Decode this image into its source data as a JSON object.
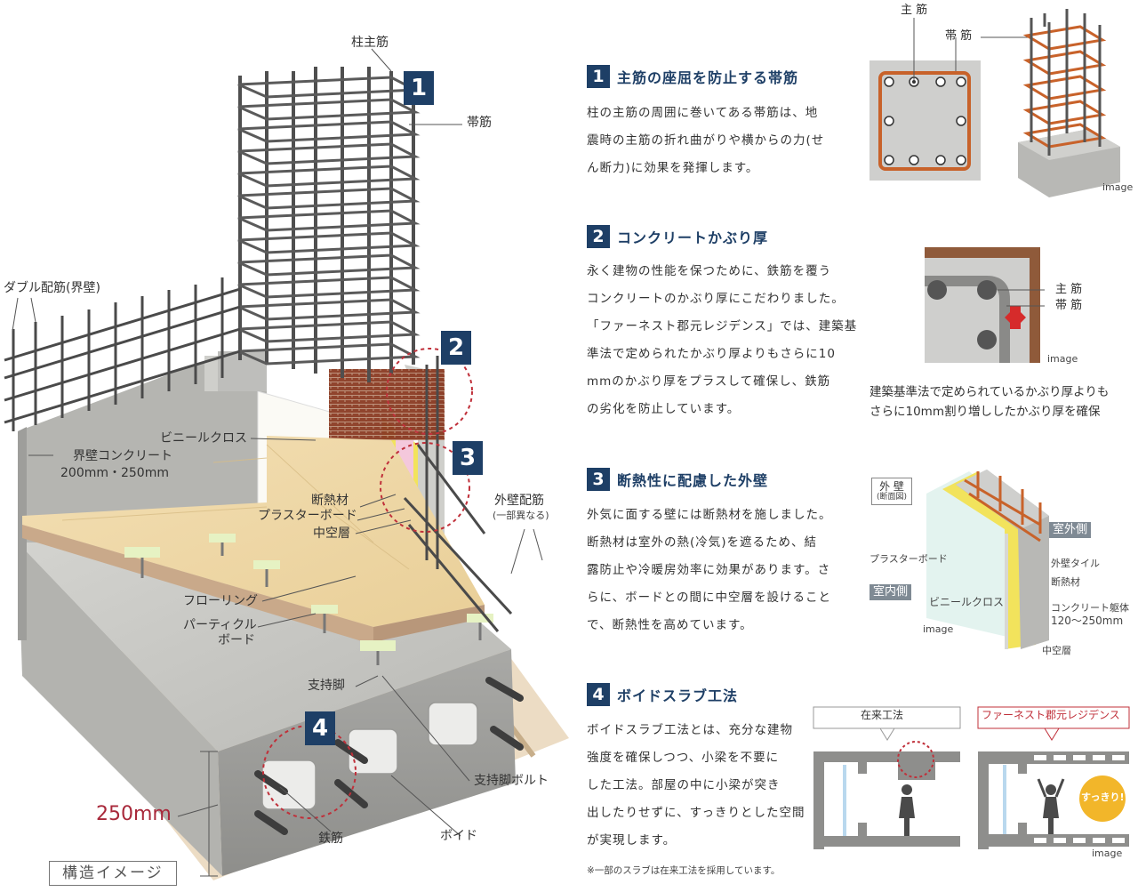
{
  "diagram": {
    "labels": {
      "column_main_bar": "柱主筋",
      "hoop": "帯筋",
      "double_rebar": "ダブル配筋(界壁)",
      "party_wall": "界壁コンクリート",
      "party_wall_thickness": "200mm・250mm",
      "vinyl_cloth": "ビニールクロス",
      "insulation": "断熱材",
      "plaster_board": "プラスターボード",
      "air_layer": "中空層",
      "outer_wall_rebar": "外壁配筋",
      "outer_wall_rebar_note": "(一部異なる)",
      "flooring": "フローリング",
      "particle_board_1": "パーティクル",
      "particle_board_2": "ボード",
      "support_leg": "支持脚",
      "support_bolt": "支持脚ボルト",
      "slab_thickness": "250mm",
      "rebar": "鉄筋",
      "void": "ボイド",
      "caption": "構造イメージ"
    },
    "badges": [
      "1",
      "2",
      "3",
      "4"
    ]
  },
  "sections": [
    {
      "num": "1",
      "title": "主筋の座屈を防止する帯筋",
      "body": [
        "柱の主筋の周囲に巻いてある帯筋は、地",
        "震時の主筋の折れ曲がりや横からの力(せ",
        "ん断力)に効果を発揮します。"
      ]
    },
    {
      "num": "2",
      "title": "コンクリートかぶり厚",
      "body": [
        "永く建物の性能を保つために、鉄筋を覆う",
        "コンクリートのかぶり厚にこだわりました。",
        "「ファーネスト郡元レジデンス」では、建築基",
        "準法で定められたかぶり厚よりもさらに10",
        "mmのかぶり厚をプラスして確保し、鉄筋",
        "の劣化を防止しています。"
      ]
    },
    {
      "num": "3",
      "title": "断熱性に配慮した外壁",
      "body": [
        "外気に面する壁には断熱材を施しました。",
        "断熱材は室外の熱(冷気)を遮るため、結",
        "露防止や冷暖房効率に効果があります。さ",
        "らに、ボードとの間に中空層を設けること",
        "で、断熱性を高めています。"
      ]
    },
    {
      "num": "4",
      "title": "ボイドスラブ工法",
      "body": [
        "ボイドスラブ工法とは、充分な建物",
        "強度を確保しつつ、小梁を不要に",
        "した工法。部屋の中に小梁が突き",
        "出したりせずに、すっきりとした空間",
        "が実現します。"
      ],
      "note": "※一部のスラブは在来工法を採用しています。"
    }
  ],
  "fig1": {
    "main_bar": "主 筋",
    "hoop": "帯 筋",
    "image": "image"
  },
  "fig2": {
    "main_bar": "主 筋",
    "hoop": "帯 筋",
    "image": "image",
    "caption": [
      "建築基準法で定められているかぶり厚よりも",
      "さらに10mm割り増ししたかぶり厚を確保"
    ]
  },
  "fig3": {
    "title": "外 壁",
    "subtitle": "(断面図)",
    "outdoor": "室外側",
    "indoor": "室内側",
    "plaster_board": "プラスターボード",
    "vinyl_cloth": "ビニールクロス",
    "outer_tile": "外壁タイル",
    "insulation": "断熱材",
    "concrete_body": "コンクリート躯体",
    "thickness": "120〜250mm",
    "air_layer": "中空層",
    "image": "image"
  },
  "fig4": {
    "conventional": "在来工法",
    "ours": "ファーネスト郡元レジデンス",
    "bubble": "すっきり!!",
    "image": "image"
  },
  "colors": {
    "navy": "#1e3f66",
    "red_dashed": "#c0303a",
    "rebar_orange": "#c8622a",
    "concrete": "#c9c9c6"
  }
}
